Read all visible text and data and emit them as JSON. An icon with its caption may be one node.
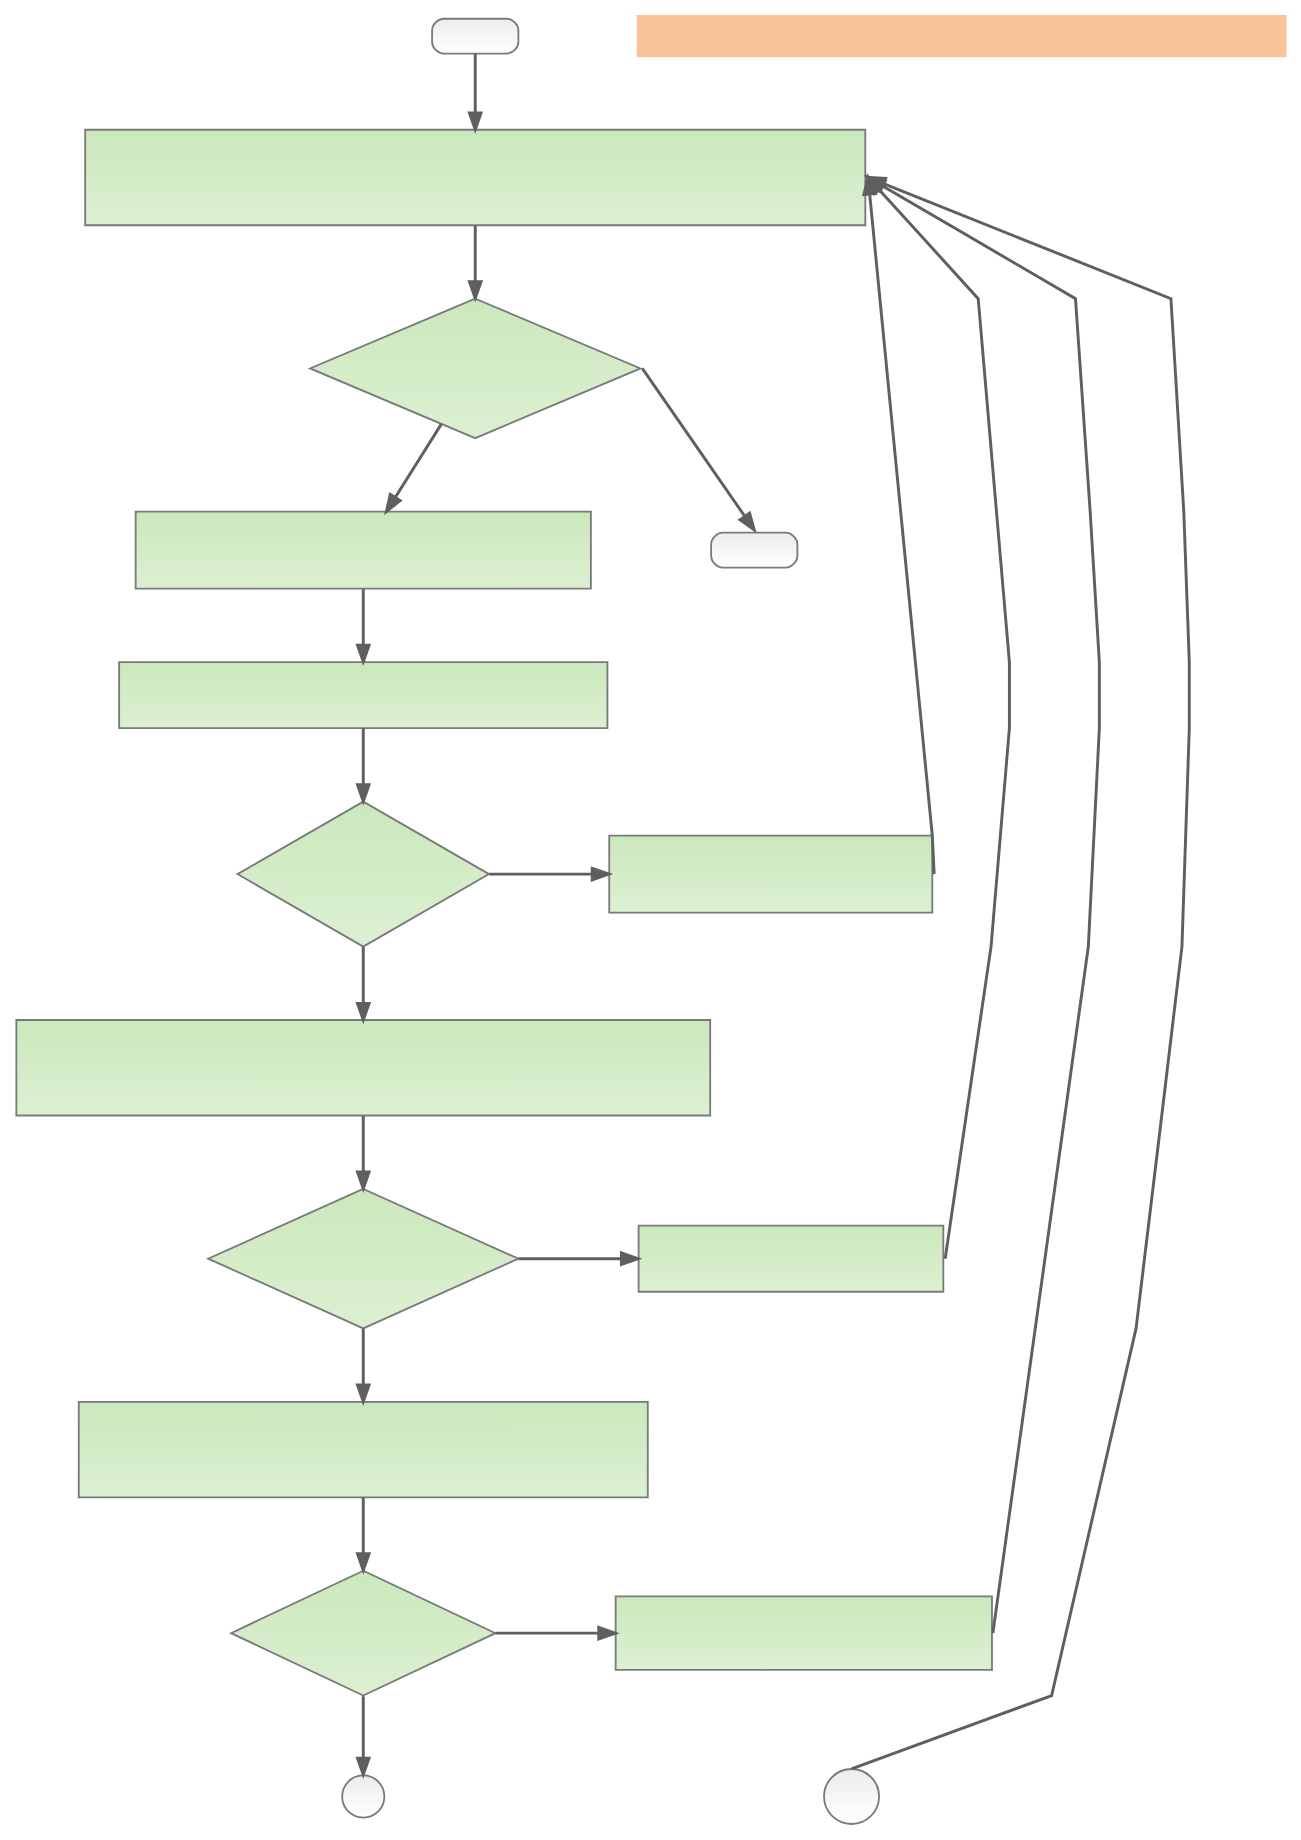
{
  "diagram": {
    "nodes": [
      {
        "text": [],
        "shape": "oval"
      },
      {
        "text": [],
        "shape": "bar"
      },
      {
        "text": [],
        "shape": "box"
      },
      {
        "text": [],
        "shape": "diamond"
      },
      {
        "text": [],
        "shape": "oval"
      },
      {
        "text": [],
        "shape": "box"
      },
      {
        "text": [],
        "shape": "box"
      },
      {
        "text": [],
        "shape": "diamond"
      },
      {
        "text": [],
        "shape": "box"
      },
      {
        "text": [],
        "shape": "box"
      },
      {
        "text": [],
        "shape": "diamond"
      },
      {
        "text": [],
        "shape": "box"
      },
      {
        "text": [],
        "shape": "box"
      },
      {
        "text": [],
        "shape": "diamond"
      },
      {
        "text": [],
        "shape": "box"
      },
      {
        "text": [],
        "shape": "circle"
      },
      {
        "text": [],
        "shape": "circle"
      }
    ],
    "edges": [
      {
        "from": 0,
        "to": 2,
        "arrow": "to"
      },
      {
        "from": 2,
        "to": 3,
        "arrow": "to"
      },
      {
        "from": 3,
        "to": 4,
        "arrow": "to"
      },
      {
        "from": 3,
        "to": 5,
        "arrow": "to"
      },
      {
        "from": 5,
        "to": 6,
        "arrow": "to"
      },
      {
        "from": 6,
        "to": 7,
        "arrow": "to"
      },
      {
        "from": 7,
        "to": 8,
        "arrow": "to"
      },
      {
        "from": 7,
        "to": 9,
        "arrow": "to"
      },
      {
        "from": 9,
        "to": 10,
        "arrow": "to"
      },
      {
        "from": 10,
        "to": 11,
        "arrow": "to"
      },
      {
        "from": 10,
        "to": 12,
        "arrow": "to"
      },
      {
        "from": 12,
        "to": 13,
        "arrow": "to"
      },
      {
        "from": 13,
        "to": 14,
        "arrow": "to"
      },
      {
        "from": 13,
        "to": 15,
        "arrow": "to"
      },
      {
        "from": 8,
        "to": 2,
        "arrow": "to"
      },
      {
        "from": 11,
        "to": 2,
        "arrow": "to"
      },
      {
        "from": 14,
        "to": 2,
        "arrow": "to"
      },
      {
        "from": 16,
        "to": 2,
        "arrow": "to"
      }
    ]
  }
}
